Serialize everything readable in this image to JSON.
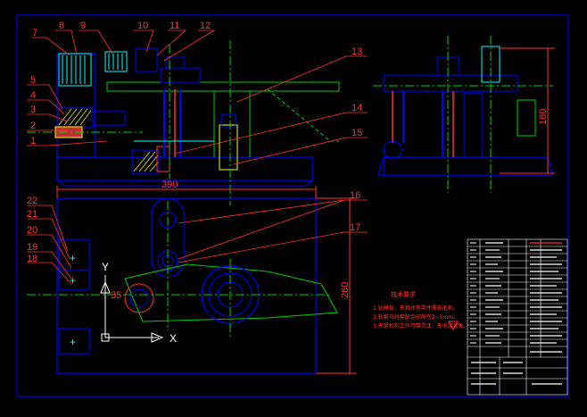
{
  "part_labels": [
    "1",
    "2",
    "3",
    "4",
    "5",
    "7",
    "8",
    "9",
    "10",
    "11",
    "12",
    "13",
    "14",
    "15",
    "16",
    "17",
    "18",
    "19",
    "20",
    "21",
    "22"
  ],
  "dimensions": {
    "width": "390",
    "height_front": "260",
    "height_side": "180",
    "small": "35"
  },
  "axis": {
    "x": "X",
    "y": "Y"
  },
  "notes": {
    "title": "技术要求",
    "line1": "1.钻模板、夹具体等零件需去毛刺。",
    "line2": "2.钻套与衬套配合间隙在2~5mm。",
    "line3": "3.夹紧机构工作可靠灵活，无卡滞现象。"
  },
  "colors": {
    "background": "#000000",
    "frame": "#0000ff",
    "leader": "#ff3030",
    "centerline": "#00cc00",
    "part": "#00ffff",
    "hatch": "#ffff00"
  }
}
